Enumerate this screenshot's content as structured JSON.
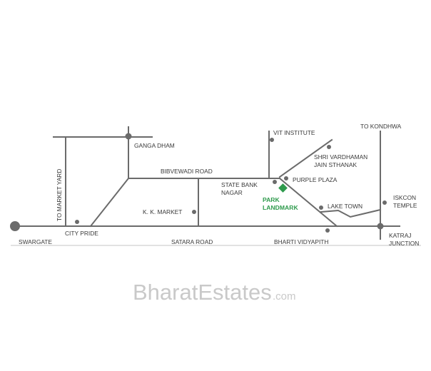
{
  "watermark": {
    "brand": "BharatEstates",
    "suffix": ".com"
  },
  "roads": {
    "bibvewadi": "BIBVEWADI ROAD",
    "satara": "SATARA ROAD",
    "market_yard": "TO MARKET YARD",
    "kondhwa": "TO KONDHWA"
  },
  "places": {
    "swargate": "SWARGATE",
    "city_pride": "CITY PRIDE",
    "ganga_dham": "GANGA DHAM",
    "kk_market": "K. K. MARKET",
    "vit": "VIT INSTITUTE",
    "shri_line1": "SHRI  VARDHAMAN",
    "shri_line2": "JAIN STHANAK",
    "purple_plaza": "PURPLE PLAZA",
    "sbn_line1": "STATE BANK",
    "sbn_line2": "NAGAR",
    "lake_town": "LAKE TOWN",
    "iskcon_line1": "ISKCON",
    "iskcon_line2": "TEMPLE",
    "bharti": "BHARTI VIDYAPITH",
    "katraj_line1": "KATRAJ",
    "katraj_line2": "JUNCTION"
  },
  "project": {
    "line1": "PARK",
    "line2": "LANDMARK"
  },
  "colors": {
    "road": "#6b6b6b",
    "highlight": "#2e9a4c",
    "text": "#3a3a3a"
  }
}
